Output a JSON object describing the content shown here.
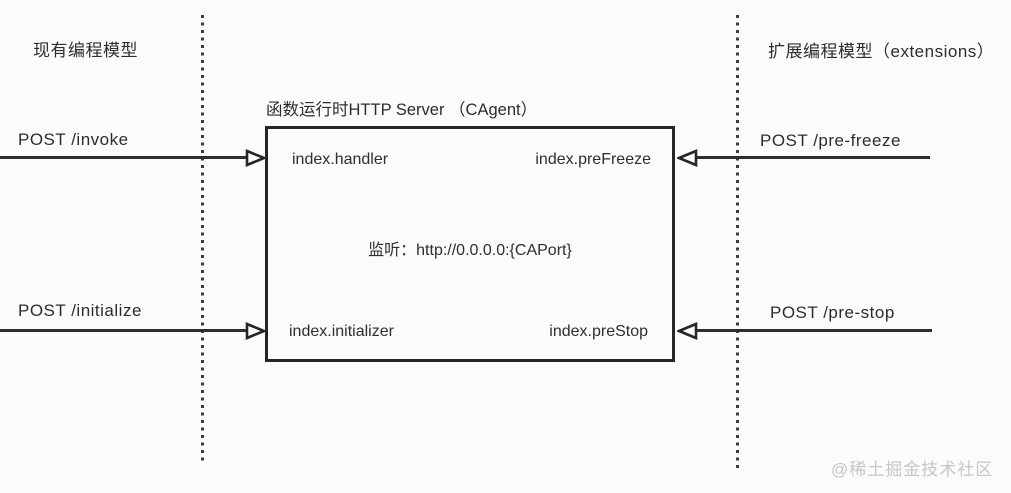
{
  "diagram": {
    "left_section": {
      "title": "现有编程模型"
    },
    "right_section": {
      "title": "扩展编程模型（extensions）"
    },
    "server_box": {
      "title": "函数运行时HTTP Server （CAgent）",
      "listen": "监听：http://0.0.0.0:{CAPort}",
      "handlers": {
        "top_left": "index.handler",
        "top_right": "index.preFreeze",
        "bottom_left": "index.initializer",
        "bottom_right": "index.preStop"
      }
    },
    "arrows": [
      {
        "label": "POST /invoke",
        "direction": "right"
      },
      {
        "label": "POST /initialize",
        "direction": "right"
      },
      {
        "label": "POST /pre-freeze",
        "direction": "left"
      },
      {
        "label": "POST /pre-stop",
        "direction": "left"
      }
    ],
    "watermark": "@稀土掘金技术社区",
    "colors": {
      "line": "#2e2e2e",
      "text": "#2d2d2d",
      "watermark": "#c6c6c6",
      "background": "#fbfbfb"
    }
  }
}
